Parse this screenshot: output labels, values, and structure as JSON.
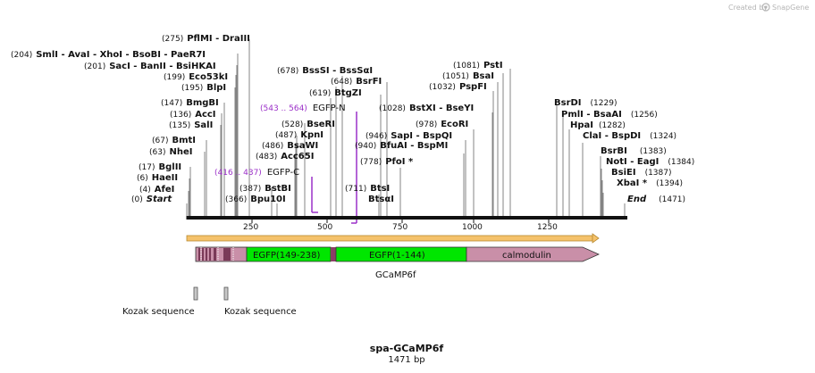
{
  "branding": {
    "text": "Created by",
    "product": "SnapGene"
  },
  "map": {
    "name": "spa-GCaMP6f",
    "length": "1471 bp"
  },
  "ruler": {
    "ticks": [
      "250",
      "500",
      "750",
      "1000",
      "1250"
    ]
  },
  "sites": [
    {
      "pos": "(275)",
      "name": "PflMI",
      "sep": " - ",
      "name2": "DraIII",
      "star": ""
    },
    {
      "pos": "(204)",
      "name": "SmlI",
      "sep": " - ",
      "name2": "AvaI  - XhoI  - BsoBI  - PaeR7I",
      "star": ""
    },
    {
      "pos": "(201)",
      "name": "SacI",
      "sep": " - ",
      "name2": "BanII  - BsiHKAI",
      "star": ""
    },
    {
      "pos": "(199)",
      "name": "Eco53kI",
      "sep": "",
      "name2": "",
      "star": ""
    },
    {
      "pos": "(195)",
      "name": "BlpI",
      "sep": "",
      "name2": "",
      "star": ""
    },
    {
      "pos": "(147)",
      "name": "BmgBI",
      "sep": "",
      "name2": "",
      "star": ""
    },
    {
      "pos": "(136)",
      "name": "AccI",
      "sep": "",
      "name2": "",
      "star": ""
    },
    {
      "pos": "(135)",
      "name": "SalI",
      "sep": "",
      "name2": "",
      "star": ""
    },
    {
      "pos": "(67)",
      "name": "BmtI",
      "sep": "",
      "name2": "",
      "star": ""
    },
    {
      "pos": "(63)",
      "name": "NheI",
      "sep": "",
      "name2": "",
      "star": ""
    },
    {
      "pos": "(17)",
      "name": "BglII",
      "sep": "",
      "name2": "",
      "star": ""
    },
    {
      "pos": "(6)",
      "name": "HaeII",
      "sep": "",
      "name2": "",
      "star": ""
    },
    {
      "pos": "(4)",
      "name": "AfeI",
      "sep": "",
      "name2": "",
      "star": ""
    },
    {
      "pos": "(0)",
      "name": "Start",
      "sep": "",
      "name2": "",
      "star": ""
    },
    {
      "pos": "(678)",
      "name": "BssSI",
      "sep": " - ",
      "name2": "BssSαI",
      "star": ""
    },
    {
      "pos": "(648)",
      "name": "BsrFI",
      "sep": "",
      "name2": "",
      "star": ""
    },
    {
      "pos": "(619)",
      "name": "BtgZI",
      "sep": "",
      "name2": "",
      "star": ""
    },
    {
      "pos": "(528)",
      "name": "BseRI",
      "sep": "",
      "name2": "",
      "star": ""
    },
    {
      "pos": "(487)",
      "name": "KpnI",
      "sep": "",
      "name2": "",
      "star": ""
    },
    {
      "pos": "(486)",
      "name": "BsaWI",
      "sep": "",
      "name2": "",
      "star": ""
    },
    {
      "pos": "(483)",
      "name": "Acc65I",
      "sep": "",
      "name2": "",
      "star": ""
    },
    {
      "pos": "(387)",
      "name": "BstBI",
      "sep": "",
      "name2": "",
      "star": ""
    },
    {
      "pos": "(366)",
      "name": "Bpu10I",
      "sep": "",
      "name2": "",
      "star": ""
    },
    {
      "pos": "(1081)",
      "name": "PstI",
      "sep": "",
      "name2": "",
      "star": ""
    },
    {
      "pos": "(1051)",
      "name": "BsaI",
      "sep": "",
      "name2": "",
      "star": ""
    },
    {
      "pos": "(1032)",
      "name": "PspFI",
      "sep": "",
      "name2": "",
      "star": ""
    },
    {
      "pos": "(1028)",
      "name": "BstXI",
      "sep": " - ",
      "name2": "BseYI",
      "star": ""
    },
    {
      "pos": "(978)",
      "name": "EcoRI",
      "sep": "",
      "name2": "",
      "star": ""
    },
    {
      "pos": "(946)",
      "name": "SapI",
      "sep": " - ",
      "name2": "BspQI",
      "star": ""
    },
    {
      "pos": "(940)",
      "name": "BfuAI",
      "sep": " - ",
      "name2": "BspMI",
      "star": ""
    },
    {
      "pos": "(778)",
      "name": "PfoI",
      "sep": "",
      "name2": "",
      "star": " *"
    },
    {
      "pos": "(711)",
      "name": "BtsI",
      "sep": "",
      "name2": "",
      "star": ""
    },
    {
      "pos": "",
      "name": "BtsαI",
      "sep": "",
      "name2": "",
      "star": ""
    },
    {
      "pos": "(1229)",
      "name": "BsrDI",
      "sep": "",
      "name2": "",
      "star": ""
    },
    {
      "pos": "(1256)",
      "name": "PmlI",
      "sep": " - ",
      "name2": "BsaAI",
      "star": ""
    },
    {
      "pos": "(1282)",
      "name": "HpaI",
      "sep": "",
      "name2": "",
      "star": ""
    },
    {
      "pos": "(1324)",
      "name": "ClaI",
      "sep": " - ",
      "name2": "BspDI",
      "star": ""
    },
    {
      "pos": "(1383)",
      "name": "BsrBI",
      "sep": "",
      "name2": "",
      "star": ""
    },
    {
      "pos": "(1384)",
      "name": "NotI",
      "sep": " - ",
      "name2": "EagI",
      "star": ""
    },
    {
      "pos": "(1387)",
      "name": "BsiEI",
      "sep": "",
      "name2": "",
      "star": ""
    },
    {
      "pos": "(1394)",
      "name": "XbaI",
      "sep": "",
      "name2": "",
      "star": " *"
    },
    {
      "pos": "(1471)",
      "name": "End",
      "sep": "",
      "name2": "",
      "star": ""
    }
  ],
  "primers": [
    {
      "range": "(543 .. 564)",
      "name": "EGFP-N"
    },
    {
      "range": "(416 .. 437)",
      "name": "EGFP-C"
    }
  ],
  "features": {
    "segments": [
      "EGFP(149-238)",
      "EGFP(1-144)",
      "calmodulin"
    ],
    "construct": "GCaMP6f",
    "kozak": [
      "Kozak sequence",
      "Kozak sequence"
    ]
  },
  "colors": {
    "egfp": "#00e600",
    "calmodulin": "#c98fa8",
    "mauve": "#9e5a7c",
    "orf": "#f5c26b",
    "primer": "#9b30c8",
    "backbone": "#111111"
  }
}
